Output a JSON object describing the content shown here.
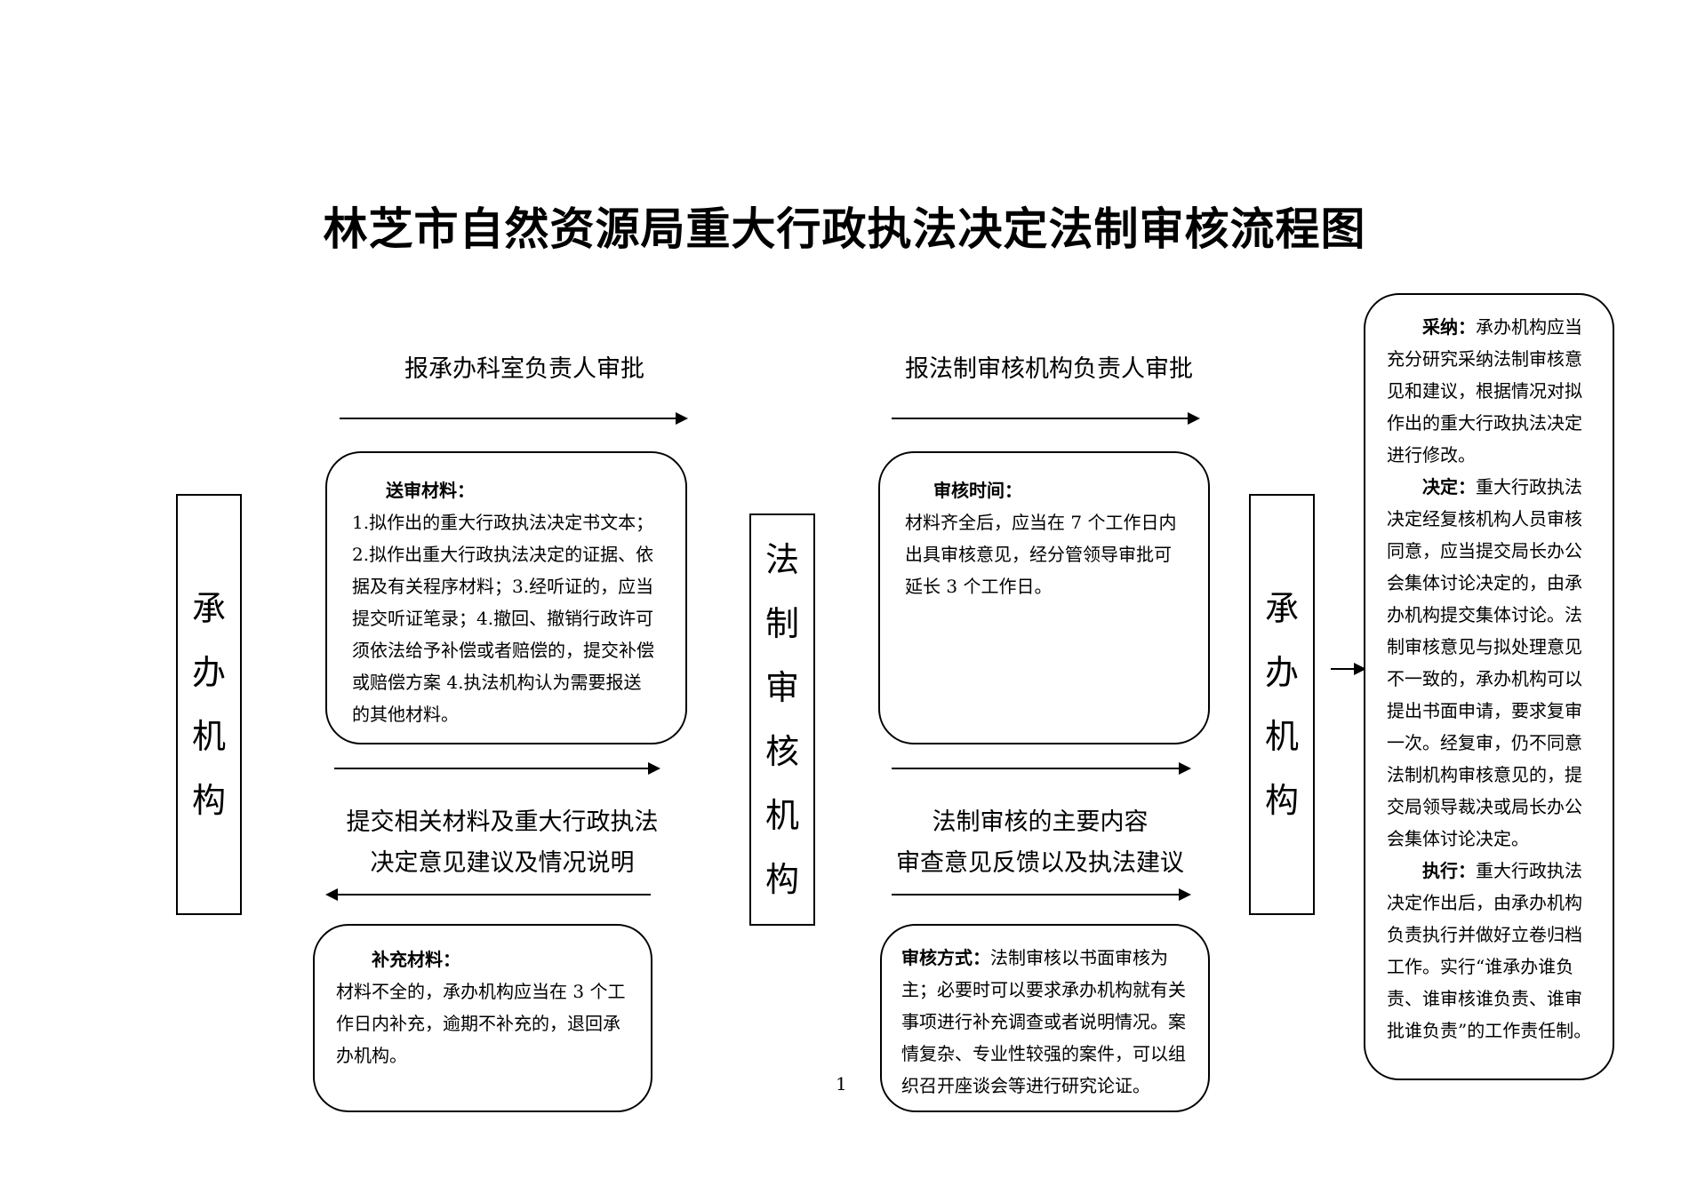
{
  "title": "林芝市自然资源局重大行政执法决定法制审核流程图",
  "left_unit": [
    "承",
    "办",
    "机",
    "构"
  ],
  "center_unit": [
    "法",
    "制",
    "审",
    "核",
    "机",
    "构"
  ],
  "right_unit": [
    "承",
    "办",
    "机",
    "构"
  ],
  "labels": {
    "top_left": "报承办科室负责人审批",
    "top_right": "报法制审核机构负责人审批",
    "bottom_left_1": "提交相关材料及重大行政执法",
    "bottom_left_2": "决定意见建议及情况说明",
    "bottom_right_1": "法制审核的主要内容",
    "bottom_right_2": "审查意见反馈以及执法建议"
  },
  "box_submit": {
    "head": "送审材料：",
    "lines": [
      "1.拟作出的重大行政执法决定书文本；",
      "2.拟作出重大行政执法决定的证据、依",
      "据及有关程序材料；3.经听证的，应当",
      "提交听证笔录；4.撤回、撤销行政许可",
      "须依法给予补偿或者赔偿的，提交补偿",
      "或赔偿方案 4.执法机构认为需要报送",
      "的其他材料。"
    ]
  },
  "box_time": {
    "head": "审核时间：",
    "lines": [
      "材料齐全后，应当在 7 个工作日内",
      "出具审核意见，经分管领导审批可",
      "延长 3 个工作日。"
    ]
  },
  "box_supplement": {
    "head": "补充材料：",
    "lines": [
      "材料不全的，承办机构应当在 3 个工",
      "作日内补充，逾期不补充的，退回承",
      "办机构。"
    ]
  },
  "box_method": {
    "head": "审核方式：",
    "first_rest": "法制审核以书面审核为",
    "lines": [
      "主；必要时可以要求承办机构就有关",
      "事项进行补充调查或者说明情况。案",
      "情复杂、专业性较强的案件，可以组",
      "织召开座谈会等进行研究论证。"
    ]
  },
  "side_box": {
    "sections": [
      {
        "head": "采纳：",
        "lines": [
          "承办机构应当",
          "充分研究采纳法制审核意",
          "见和建议，根据情况对拟",
          "作出的重大行政执法决定",
          "进行修改。"
        ]
      },
      {
        "head": "决定：",
        "lines": [
          "重大行政执法",
          "决定经复核机构人员审核",
          "同意，应当提交局长办公",
          "会集体讨论决定的，由承",
          "办机构提交集体讨论。法",
          "制审核意见与拟处理意见",
          "不一致的，承办机构可以",
          "提出书面申请，要求复审",
          "一次。经复审，仍不同意",
          "法制机构审核意见的，提",
          "交局领导裁决或局长办公",
          "会集体讨论决定。"
        ]
      },
      {
        "head": "执行：",
        "lines": [
          "重大行政执法",
          "决定作出后，由承办机构",
          "负责执行并做好立卷归档",
          "工作。实行“谁承办谁负",
          "责、谁审核谁负责、谁审",
          "批谁负责”的工作责任制。"
        ]
      }
    ]
  },
  "page_number": "1"
}
